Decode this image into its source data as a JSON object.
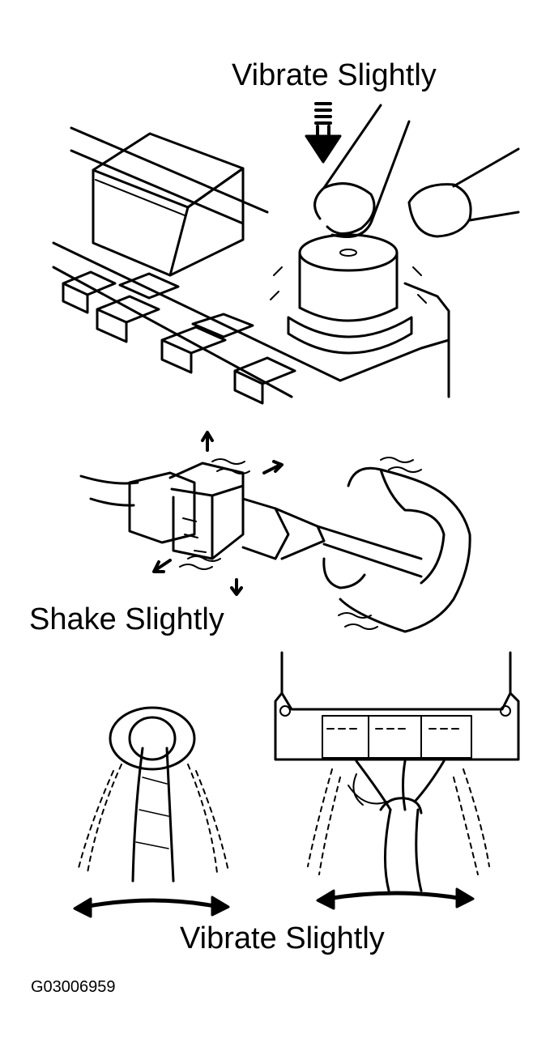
{
  "labels": {
    "top": "Vibrate Slightly",
    "middle": "Shake Slightly",
    "bottom": "Vibrate Slightly"
  },
  "figure_id": "G03006959",
  "icons": [
    "relay-icon",
    "press-finger-icon",
    "connector-icon",
    "hand-icon",
    "grommet-wire-icon",
    "ecu-harness-icon",
    "double-arrow-icon"
  ],
  "colors": {
    "ink": "#000000",
    "paper": "#ffffff"
  }
}
